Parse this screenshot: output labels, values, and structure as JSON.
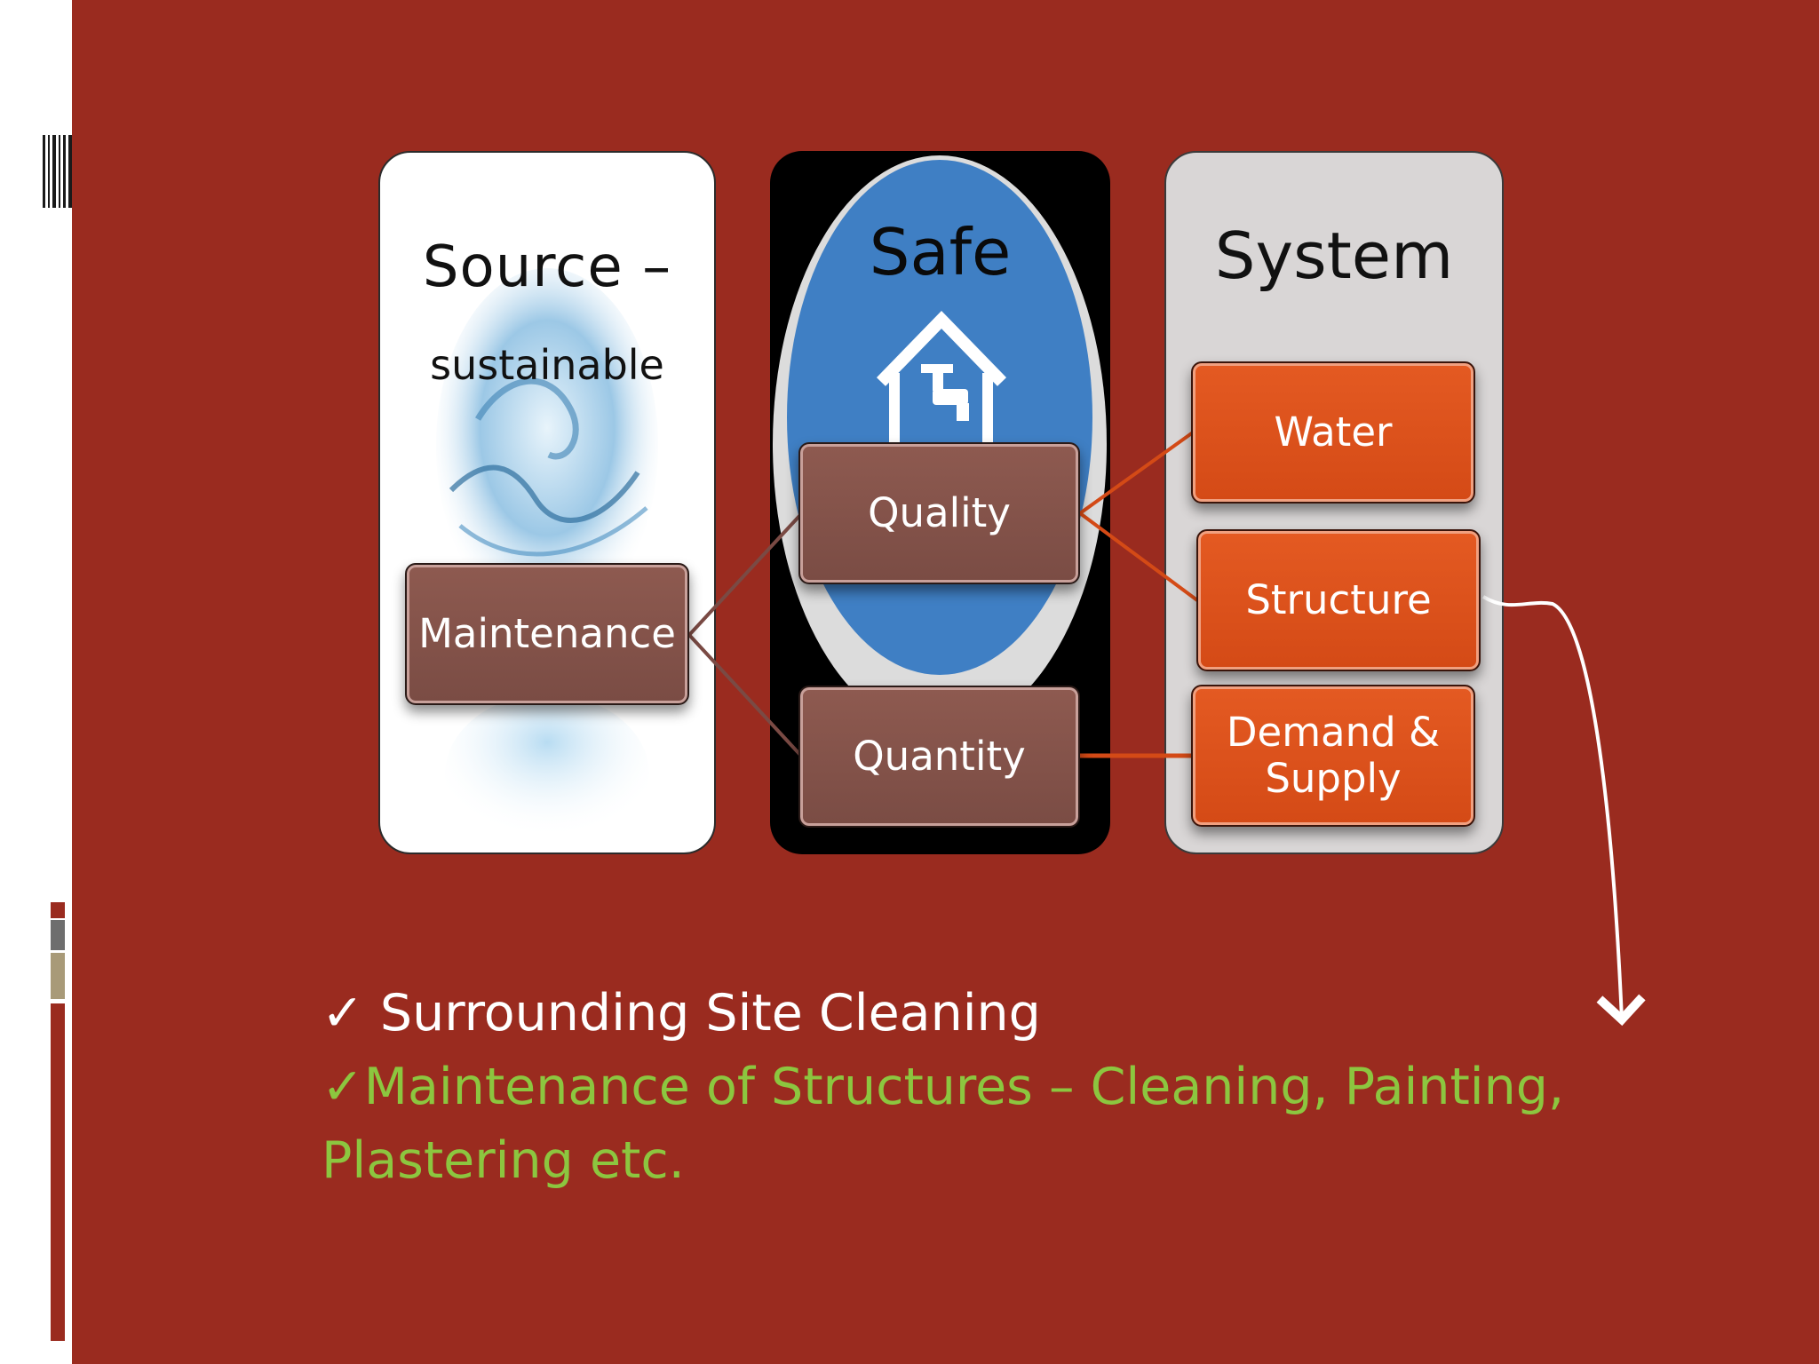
{
  "panels": {
    "source": {
      "title": "Source –",
      "subtitle": "sustainable"
    },
    "safe": {
      "title": "Safe"
    },
    "system": {
      "title": "System"
    }
  },
  "nodes": {
    "maintenance": "Maintenance",
    "quality": "Quality",
    "quantity": "Quantity",
    "water": "Water",
    "structure": "Structure",
    "demand_supply": "Demand & Supply"
  },
  "bullets": {
    "check_mark": "✓",
    "item1": " Surrounding Site Cleaning",
    "item2": "Maintenance of Structures – Cleaning, Painting, Plastering etc."
  },
  "colors": {
    "background": "#9a2b1f",
    "brown_box": "#7f5049",
    "orange_box": "#d84e1a",
    "green_text": "#8cc63f"
  }
}
